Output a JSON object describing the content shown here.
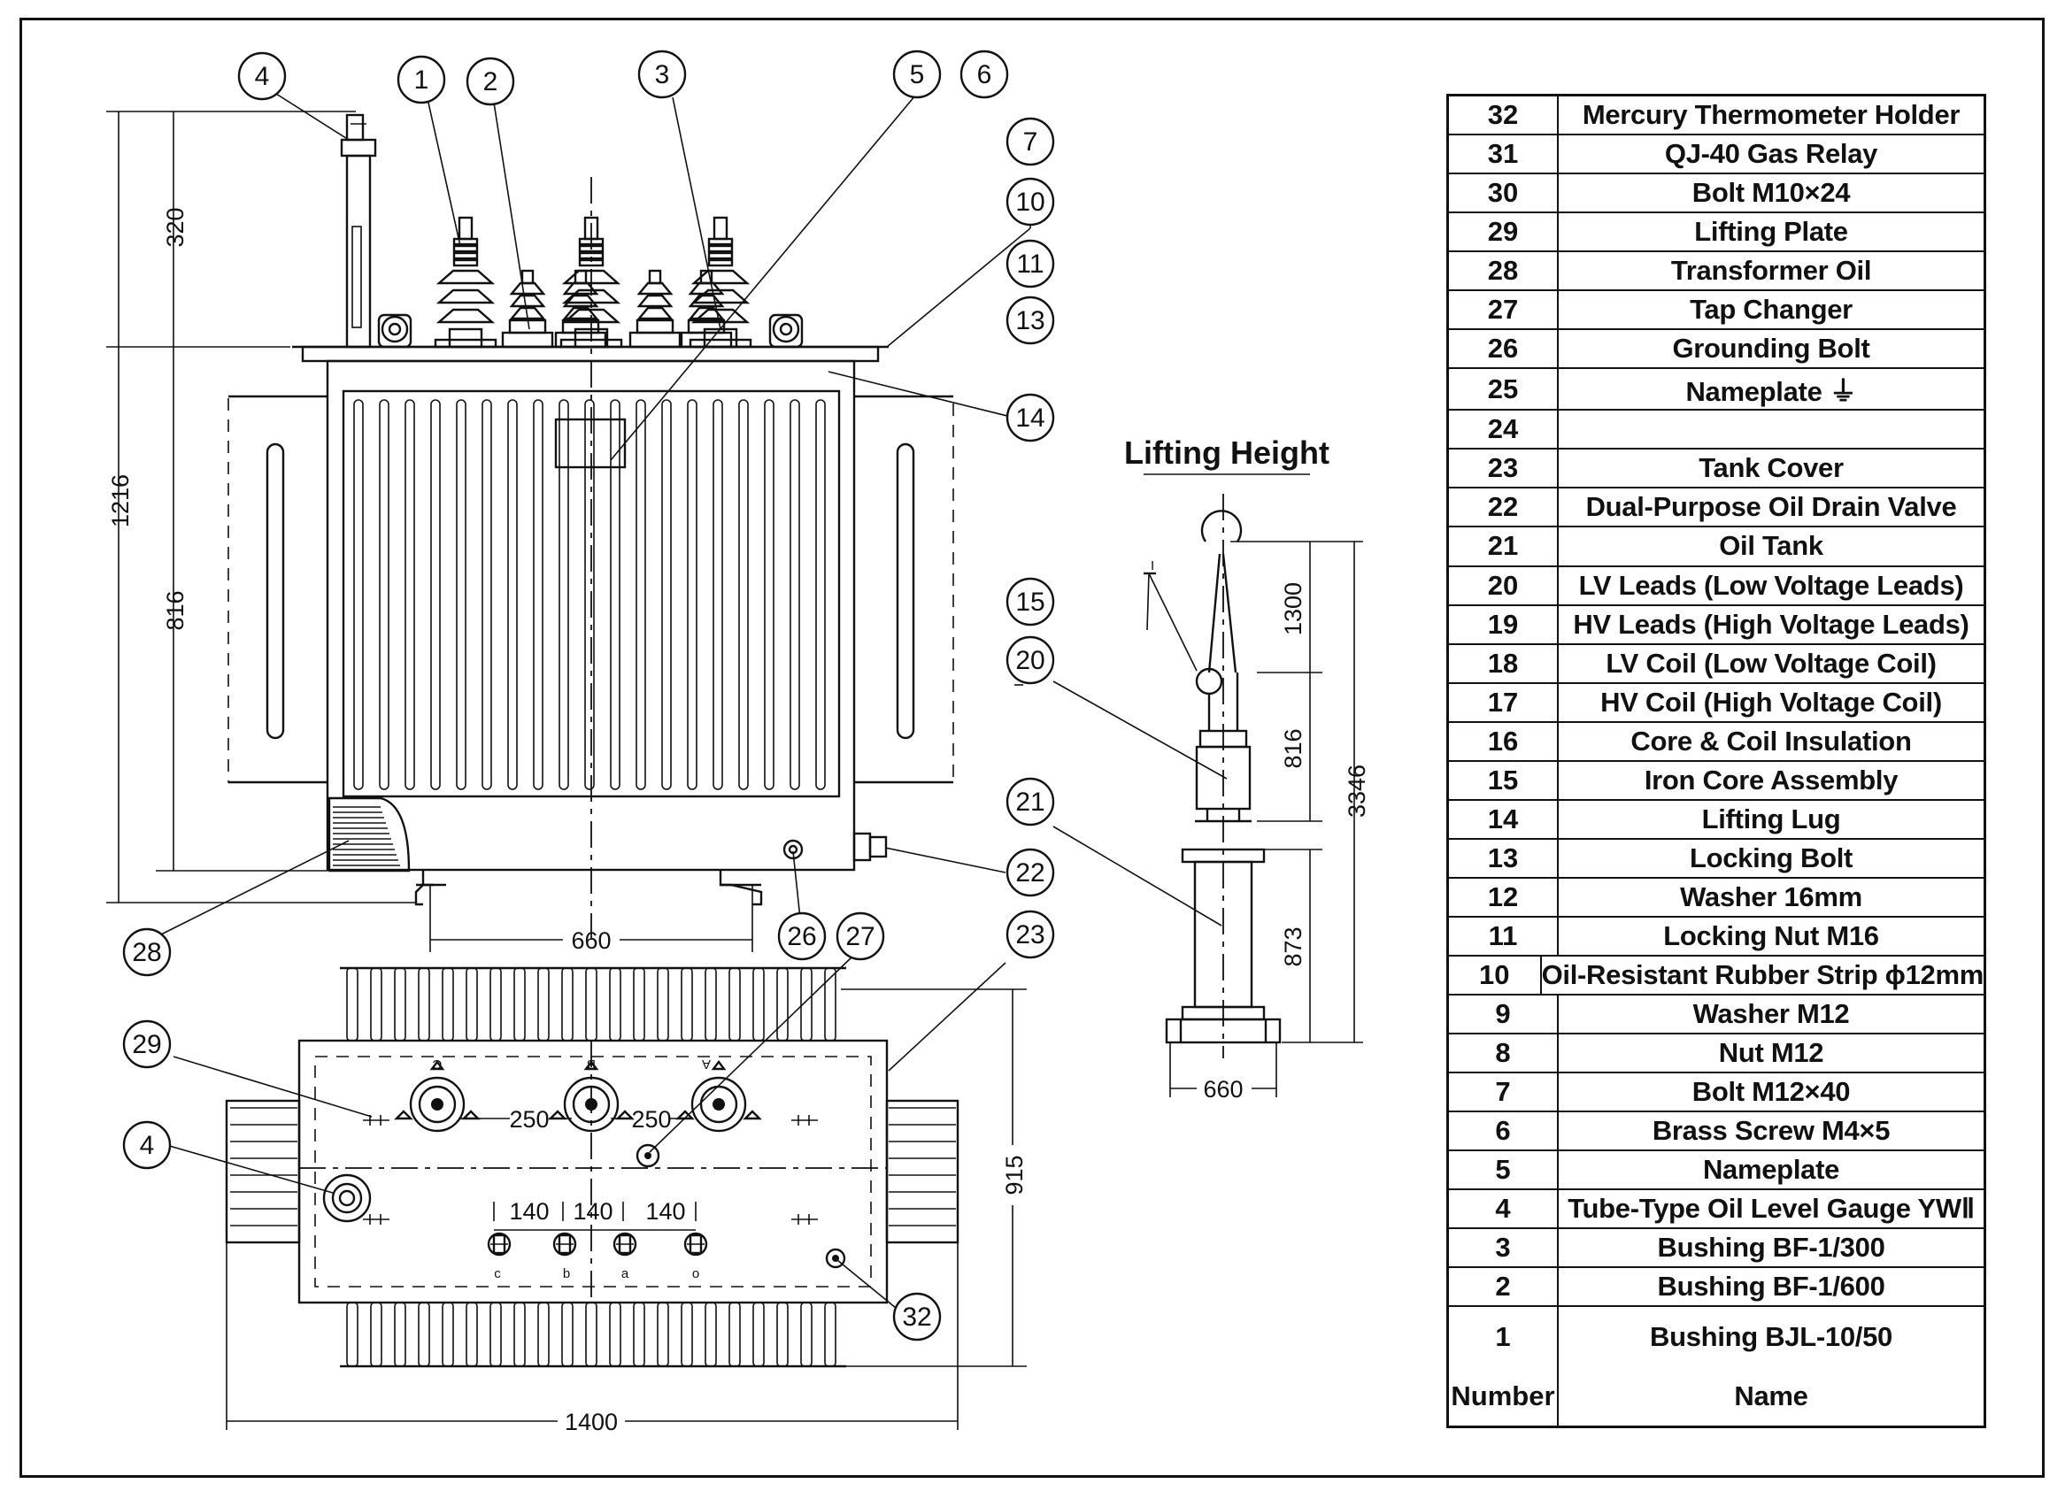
{
  "lifting_height_label": "Lifting Height",
  "dimensions": {
    "overall_height": "1216",
    "bushing_height": "320",
    "body_height": "816",
    "track_gauge_front": "660",
    "total_width": "1400",
    "top_depth": "915",
    "hv_spacing_1": "250",
    "hv_spacing_2": "250",
    "lv_spacing_1": "140",
    "lv_spacing_2": "140",
    "lv_spacing_3": "140",
    "lift_total": "3346",
    "lift_sling": "1300",
    "lift_body": "816",
    "lift_base": "873",
    "lift_gauge": "660"
  },
  "phase_labels": {
    "hv": [
      "C",
      "B",
      "A"
    ],
    "lv": [
      "c",
      "b",
      "a",
      "o"
    ]
  },
  "section_mark": "I",
  "callouts": {
    "c1": "1",
    "c2": "2",
    "c3": "3",
    "c4": "4",
    "c5": "5",
    "c6": "6",
    "c7": "7",
    "c10": "10",
    "c11": "11",
    "c13": "13",
    "c14": "14",
    "c15": "15",
    "c20": "20",
    "c21": "21",
    "c22": "22",
    "c23": "23",
    "c26": "26",
    "c27": "27",
    "c28": "28",
    "c29": "29",
    "c4b": "4",
    "c32": "32"
  },
  "parts_table": {
    "rows": [
      {
        "number": "32",
        "name": "Mercury Thermometer Holder"
      },
      {
        "number": "31",
        "name": "QJ-40 Gas Relay"
      },
      {
        "number": "30",
        "name": "Bolt M10×24"
      },
      {
        "number": "29",
        "name": "Lifting Plate"
      },
      {
        "number": "28",
        "name": "Transformer Oil"
      },
      {
        "number": "27",
        "name": "Tap Changer"
      },
      {
        "number": "26",
        "name": "Grounding Bolt"
      },
      {
        "number": "25",
        "name": "Nameplate ⏚"
      },
      {
        "number": "24",
        "name": ""
      },
      {
        "number": "23",
        "name": "Tank Cover"
      },
      {
        "number": "22",
        "name": "Dual-Purpose Oil Drain Valve"
      },
      {
        "number": "21",
        "name": "Oil Tank"
      },
      {
        "number": "20",
        "name": "LV Leads (Low Voltage Leads)"
      },
      {
        "number": "19",
        "name": "HV Leads (High Voltage Leads)"
      },
      {
        "number": "18",
        "name": "LV Coil (Low Voltage Coil)"
      },
      {
        "number": "17",
        "name": "HV Coil (High Voltage Coil)"
      },
      {
        "number": "16",
        "name": "Core & Coil Insulation"
      },
      {
        "number": "15",
        "name": "Iron Core Assembly"
      },
      {
        "number": "14",
        "name": "Lifting Lug"
      },
      {
        "number": "13",
        "name": "Locking Bolt"
      },
      {
        "number": "12",
        "name": "Washer 16mm"
      },
      {
        "number": "11",
        "name": "Locking Nut M16"
      },
      {
        "number": "10",
        "name": "Oil-Resistant Rubber Strip ϕ12mm"
      },
      {
        "number": "9",
        "name": "Washer M12"
      },
      {
        "number": "8",
        "name": "Nut M12"
      },
      {
        "number": "7",
        "name": "Bolt M12×40"
      },
      {
        "number": "6",
        "name": "Brass Screw M4×5"
      },
      {
        "number": "5",
        "name": "Nameplate"
      },
      {
        "number": "4",
        "name": "Tube-Type Oil Level Gauge YWⅡ"
      },
      {
        "number": "3",
        "name": "Bushing BF-1/300"
      },
      {
        "number": "2",
        "name": "Bushing BF-1/600"
      },
      {
        "number": "1",
        "name": "Bushing BJL-10/50"
      }
    ],
    "header": {
      "number": "Number",
      "name": "Name"
    }
  }
}
